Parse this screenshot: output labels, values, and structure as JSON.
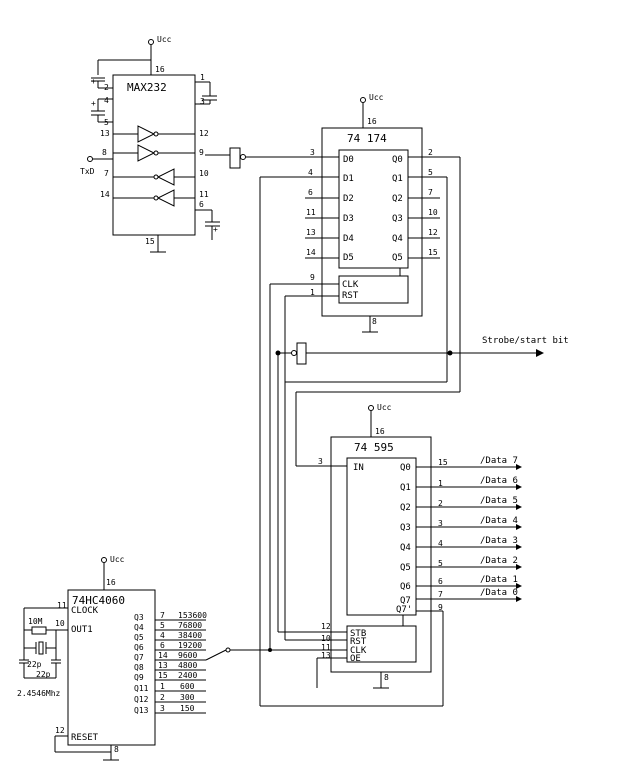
{
  "supply": {
    "ucc_label": "Ucc"
  },
  "max232": {
    "name": "MAX232",
    "pins": {
      "p1": "1",
      "p2": "2",
      "p3": "3",
      "p4": "4",
      "p5": "5",
      "p6": "6",
      "p7": "7",
      "p8": "8",
      "p9": "9",
      "p10": "10",
      "p11": "11",
      "p12": "12",
      "p13": "13",
      "p14": "14",
      "p15": "15",
      "p16": "16"
    },
    "txd_label": "TxD"
  },
  "ic174": {
    "name": "74 174",
    "inputs": [
      "D0",
      "D1",
      "D2",
      "D3",
      "D4",
      "D5"
    ],
    "outputs": [
      "Q0",
      "Q1",
      "Q2",
      "Q3",
      "Q4",
      "Q5"
    ],
    "input_pins": [
      "3",
      "4",
      "6",
      "11",
      "13",
      "14"
    ],
    "output_pins": [
      "2",
      "5",
      "7",
      "10",
      "12",
      "15"
    ],
    "clk_label": "CLK",
    "rst_label": "RST",
    "clk_pin": "9",
    "rst_pin": "1",
    "gnd_pin": "8",
    "vcc_pin": "16"
  },
  "strobe_label": "Strobe/start bit",
  "ic595": {
    "name": "74 595",
    "in_label": "IN",
    "in_pin": "3",
    "outputs": [
      "Q0",
      "Q1",
      "Q2",
      "Q3",
      "Q4",
      "Q5",
      "Q6",
      "Q7"
    ],
    "q7s_label": "Q7'",
    "output_pins": [
      "15",
      "1",
      "2",
      "3",
      "4",
      "5",
      "6",
      "7"
    ],
    "q7s_pin": "9",
    "data_labels": [
      "/Data 7",
      "/Data 6",
      "/Data 5",
      "/Data 4",
      "/Data 3",
      "/Data 2",
      "/Data 1",
      "/Data 0"
    ],
    "ctrl_labels": [
      "STB",
      "RST",
      "CLK",
      "OE"
    ],
    "ctrl_pins": [
      "12",
      "10",
      "11",
      "13"
    ],
    "gnd_pin": "8",
    "vcc_pin": "16"
  },
  "ic4060": {
    "name": "74HC4060",
    "clock_label": "CLOCK",
    "out1_label": "OUT1",
    "reset_label": "RESET",
    "clock_pin": "11",
    "out1_pin": "10",
    "reset_pin": "12",
    "gnd_pin": "8",
    "vcc_pin": "16",
    "outputs": [
      "Q3",
      "Q4",
      "Q5",
      "Q6",
      "Q7",
      "Q8",
      "Q9",
      "Q11",
      "Q12",
      "Q13"
    ],
    "output_pins": [
      "7",
      "5",
      "4",
      "6",
      "14",
      "13",
      "15",
      "1",
      "2",
      "3"
    ],
    "rates": [
      "153600",
      "76800",
      "38400",
      "19200",
      "9600",
      "4800",
      "2400",
      "600",
      "300",
      "150"
    ],
    "resistor": "10M",
    "cap1": "22p",
    "cap2": "22p",
    "crystal": "2.4546Mhz"
  }
}
